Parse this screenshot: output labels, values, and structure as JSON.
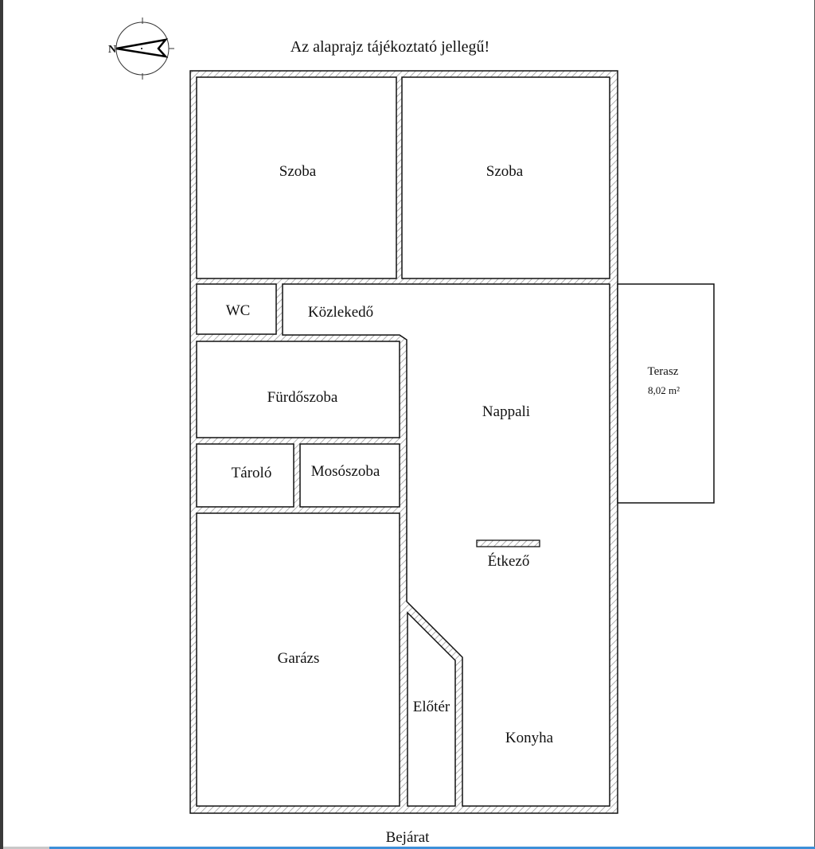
{
  "title": "Az alaprajz tájékoztató jellegű!",
  "compass": {
    "label": "N",
    "icon": "north-arrow-icon"
  },
  "rooms": {
    "szoba1": "Szoba",
    "szoba2": "Szoba",
    "wc": "WC",
    "kozlekedo": "Közlekedő",
    "furdoszoba": "Fürdőszoba",
    "nappali": "Nappali",
    "taroló": "Tároló",
    "mososzoba": "Mosószoba",
    "etkezo": "Étkező",
    "garazs": "Garázs",
    "eloter": "Előtér",
    "konyha": "Konyha",
    "terasz": "Terasz",
    "terasz_area": "8,02 m²"
  },
  "entrance": "Bejárat",
  "colors": {
    "wall_hatch": "#9a9a9a",
    "line": "#111111",
    "accent_bar": "#3d8fd8"
  }
}
